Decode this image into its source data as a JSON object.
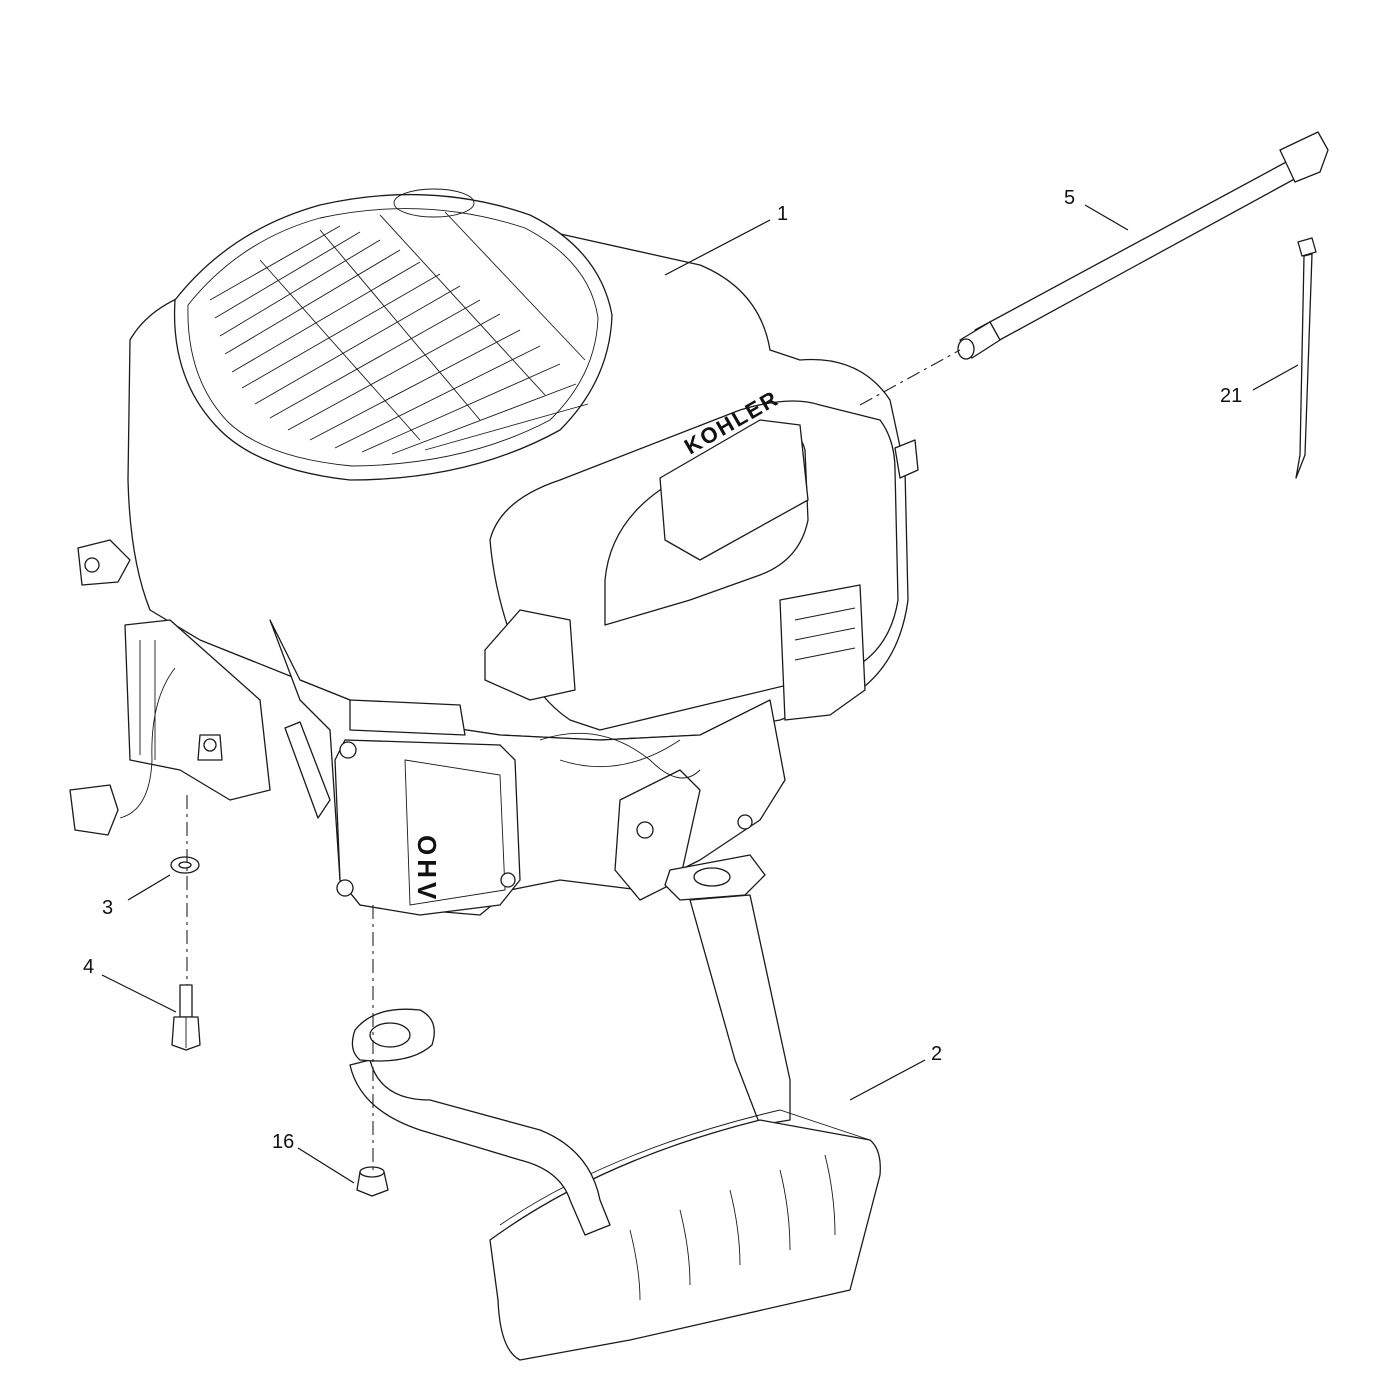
{
  "callouts": {
    "c1": "1",
    "c2": "2",
    "c3": "3",
    "c4": "4",
    "c5": "5",
    "c16": "16",
    "c21": "21"
  },
  "engine_branding": {
    "brand": "KOHLER",
    "valve_cover_mark": "OHV"
  },
  "parts": [
    {
      "callout": "1",
      "icon": "engine-icon"
    },
    {
      "callout": "2",
      "icon": "muffler-icon"
    },
    {
      "callout": "3",
      "icon": "washer-icon"
    },
    {
      "callout": "4",
      "icon": "bolt-icon"
    },
    {
      "callout": "5",
      "icon": "extension-tube-icon"
    },
    {
      "callout": "16",
      "icon": "nut-icon"
    },
    {
      "callout": "21",
      "icon": "cable-tie-icon"
    }
  ]
}
